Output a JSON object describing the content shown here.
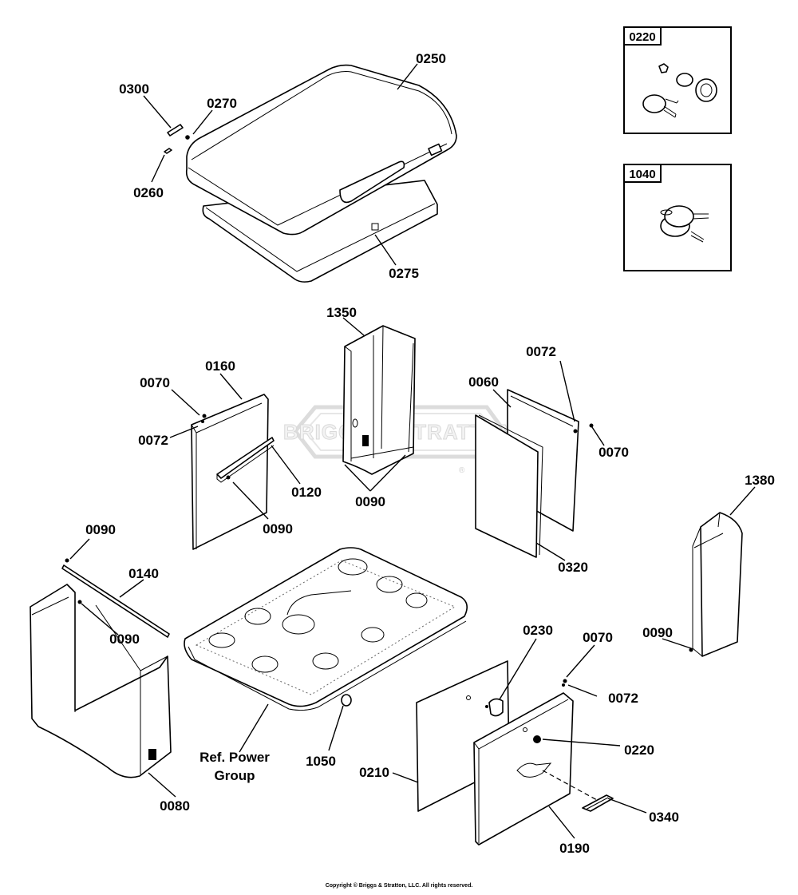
{
  "watermark": {
    "text": "BRIGGS & STRATTON",
    "mark": "®"
  },
  "inset_boxes": {
    "box_0220": "0220",
    "box_1040": "1040"
  },
  "labels": {
    "p0300": "0300",
    "p0270": "0270",
    "p0250": "0250",
    "p0260": "0260",
    "p0275": "0275",
    "p1350": "1350",
    "p0072_mid": "0072",
    "p0160": "0160",
    "p0070_left": "0070",
    "p0060": "0060",
    "p0072_left": "0072",
    "p0070_right": "0070",
    "p0120": "0120",
    "p0090_mid": "0090",
    "p0090_left_panel": "0090",
    "p0320": "0320",
    "p1380": "1380",
    "p0090_topleft": "0090",
    "p0140": "0140",
    "p0090_front": "0090",
    "p0090_right": "0090",
    "p0230": "0230",
    "p0070_door": "0070",
    "p0072_door": "0072",
    "p0220": "0220",
    "p1050": "1050",
    "ref_power_group_l1": "Ref. Power",
    "ref_power_group_l2": "Group",
    "p0210": "0210",
    "p0340": "0340",
    "p0080": "0080",
    "p0190": "0190"
  },
  "copyright": "Copyright © Briggs & Stratton, LLC. All rights reserved."
}
